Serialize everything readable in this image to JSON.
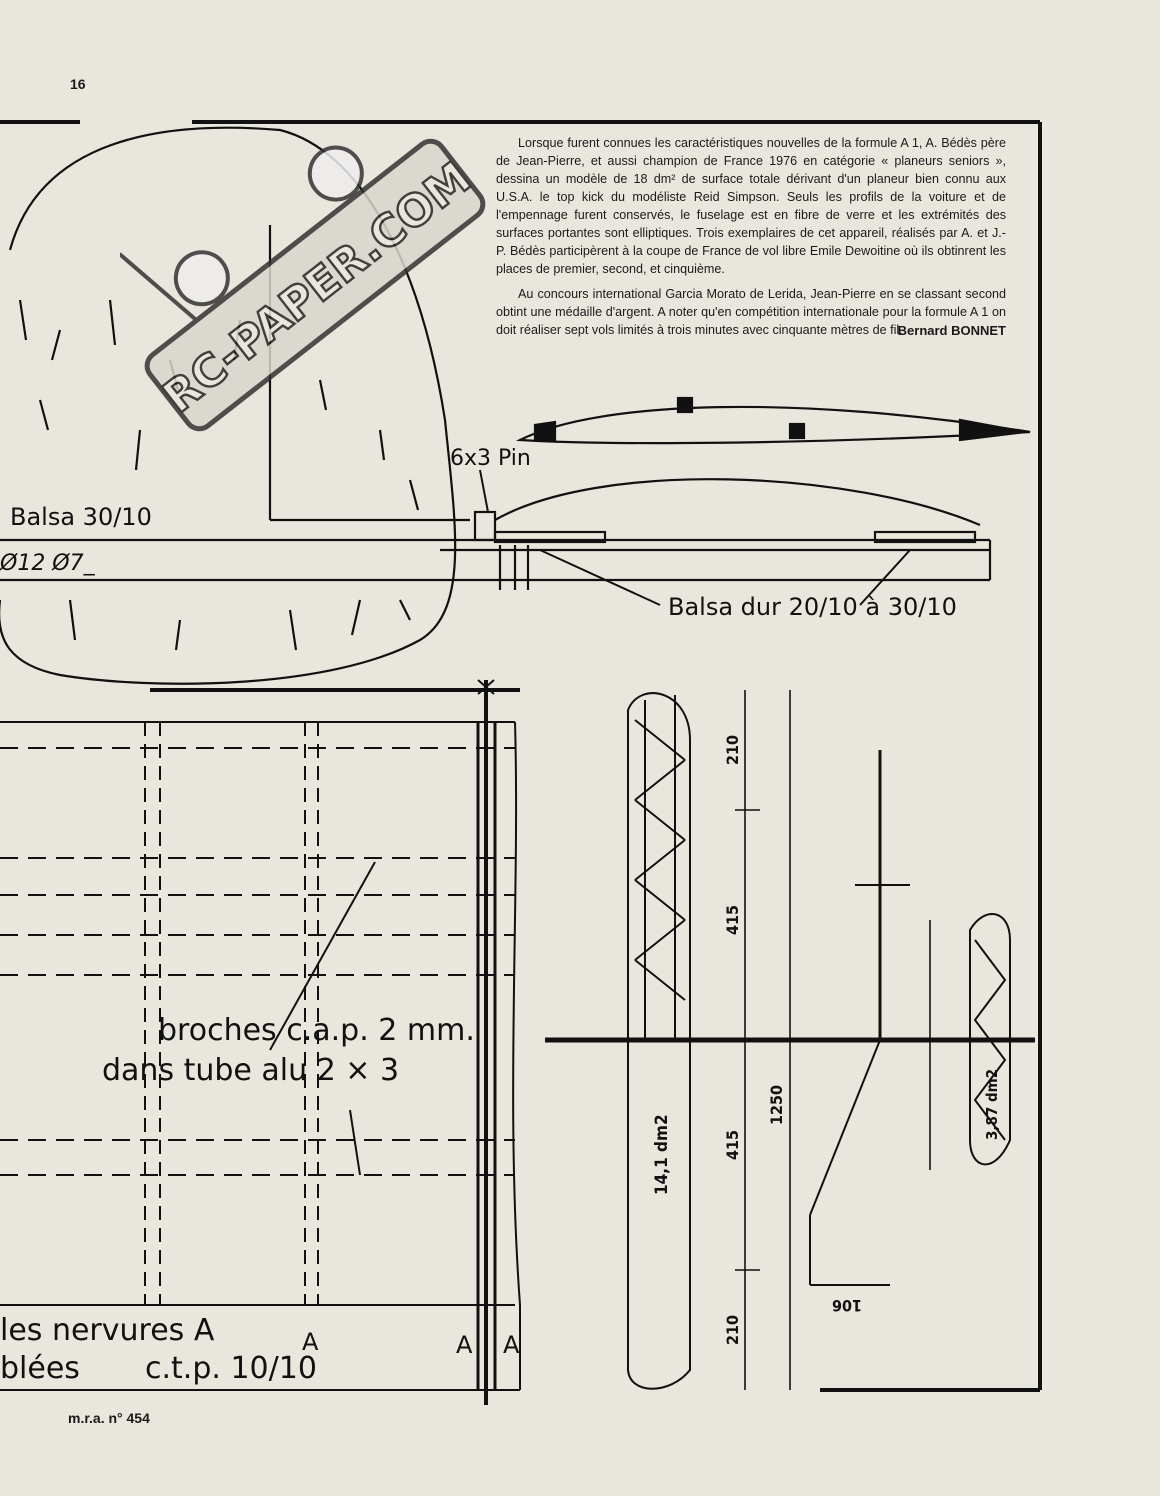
{
  "page": {
    "number": "16",
    "footer": "m.r.a. n° 454"
  },
  "article": {
    "paragraphs": [
      "Lorsque furent connues les caractéristiques nouvelles de la formule A 1, A. Bédès père de Jean-Pierre, et aussi champion de France 1976 en catégorie « planeurs seniors », dessina un modèle de 18 dm² de surface totale dérivant d'un planeur bien connu aux U.S.A. le top kick du modéliste Reid Simpson. Seuls les profils de la voiture et de l'empennage furent conservés, le fuselage est en fibre de verre et les extrémités des surfaces portantes sont elliptiques. Trois exemplaires de cet appareil, réalisés par A. et J.-P. Bédès participèrent à la coupe de France de vol libre Emile Dewoitine où ils obtinrent les places de premier, second, et cinquième.",
      "Au concours international Garcia Morato de Lerida, Jean-Pierre en se classant second obtint une médaille d'argent. A noter qu'en compétition internationale pour la formule A 1 on doit réaliser sept vols limités à trois minutes avec cinquante mètres de fil."
    ],
    "author": "Bernard BONNET"
  },
  "watermark": {
    "text": "RC-PAPER.COM"
  },
  "drawing_labels": {
    "pin": "6x3 Pin",
    "balsa_left": "Balsa 30/10",
    "diameters": "Ø12 Ø7_",
    "balsa_dur": "Balsa dur 20/10 à 30/10",
    "broches_line1": "broches c.a.p. 2 mm.",
    "broches_line2": "dans tube alu 2 × 3",
    "nervures_line1": "les nervures A",
    "nervures_line2": "blées",
    "ctp": "c.t.p. 10/10",
    "rib_a1": "A",
    "rib_a2": "A",
    "rib_a3": "A"
  },
  "dimensions": {
    "d210_top": "210",
    "d415_top": "415",
    "d415_bottom": "415",
    "d1250": "1250",
    "d210_bottom": "210",
    "wing_area": "14,1 dm2",
    "tail_area": "3,87 dm2",
    "d106": "106"
  }
}
